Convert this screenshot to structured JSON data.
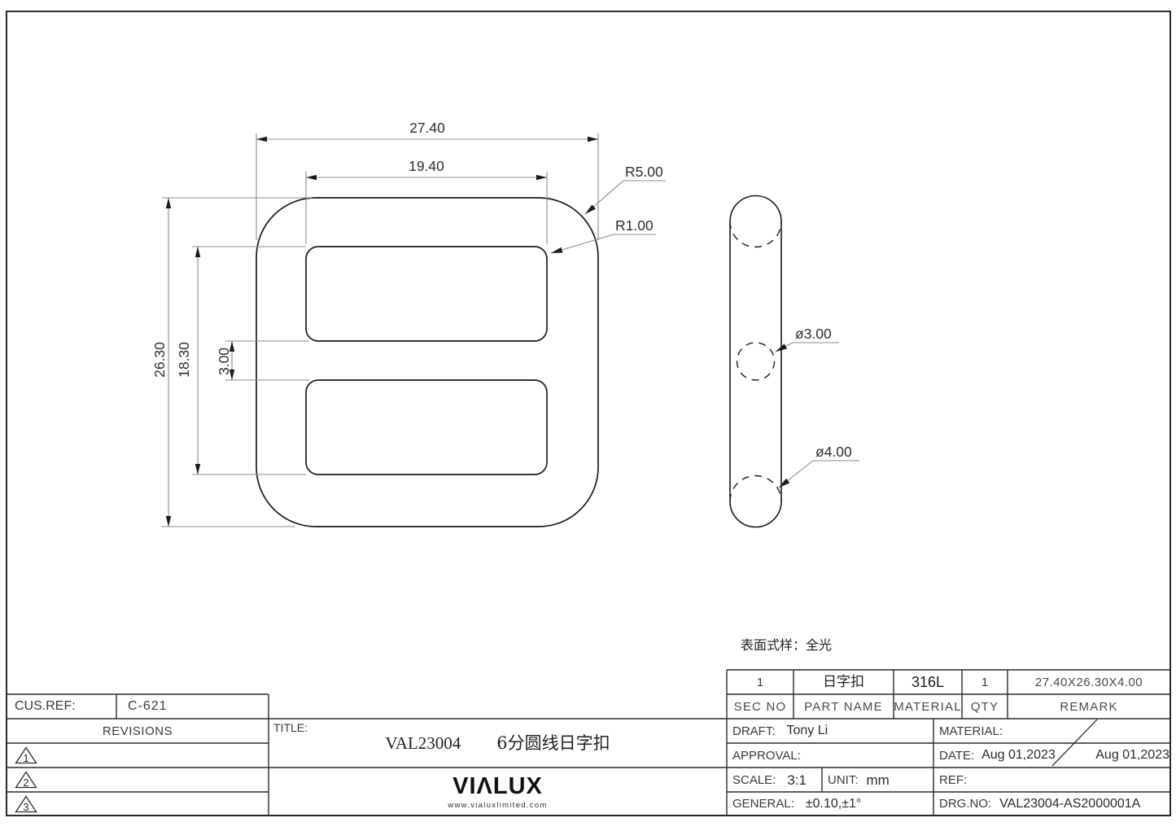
{
  "drawing": {
    "front_view": {
      "width_outer": "27.40",
      "width_inner": "19.40",
      "height_outer": "26.30",
      "height_inner": "18.30",
      "center_bar": "3.00",
      "corner_radius": "R5.00",
      "slot_radius": "R1.00"
    },
    "side_view": {
      "center_bar_dia": "ø3.00",
      "frame_dia": "ø4.00"
    },
    "surface_note": "表面式样：全光"
  },
  "parts_table": {
    "headers": {
      "sec_no": "SEC NO",
      "part_name": "PART NAME",
      "material": "MATERIAL",
      "qty": "QTY",
      "remark": "REMARK"
    },
    "row": {
      "sec_no": "1",
      "part_name": "日字扣",
      "material": "316L",
      "qty": "1",
      "remark": "27.40X26.30X4.00"
    }
  },
  "title_block": {
    "cus_ref_label": "CUS.REF:",
    "cus_ref_value": "C-621",
    "revisions_label": "REVISIONS",
    "revisions": [
      "1",
      "2",
      "3"
    ],
    "title_label": "TITLE:",
    "part_code": "VAL23004",
    "part_title": "6分圆线日字扣",
    "draft_label": "DRAFT:",
    "draft_value": "Tony Li",
    "approval_label": "APPROVAL:",
    "scale_label": "SCALE:",
    "scale_value": "3:1",
    "unit_label": "UNIT:",
    "unit_value": "mm",
    "general_label": "GENERAL:",
    "general_value": "±0.10,±1°",
    "material_label": "MATERIAL:",
    "date_label": "DATE:",
    "date_value": "Aug 01,2023",
    "date_value_2": "Aug 01,2023",
    "ref_label": "REF:",
    "drg_no_label": "DRG.NO:",
    "drg_no_value": "VAL23004-AS2000001A"
  },
  "logo": {
    "text": "VIΛLUX",
    "url": "www.vialuxlimited.com"
  }
}
